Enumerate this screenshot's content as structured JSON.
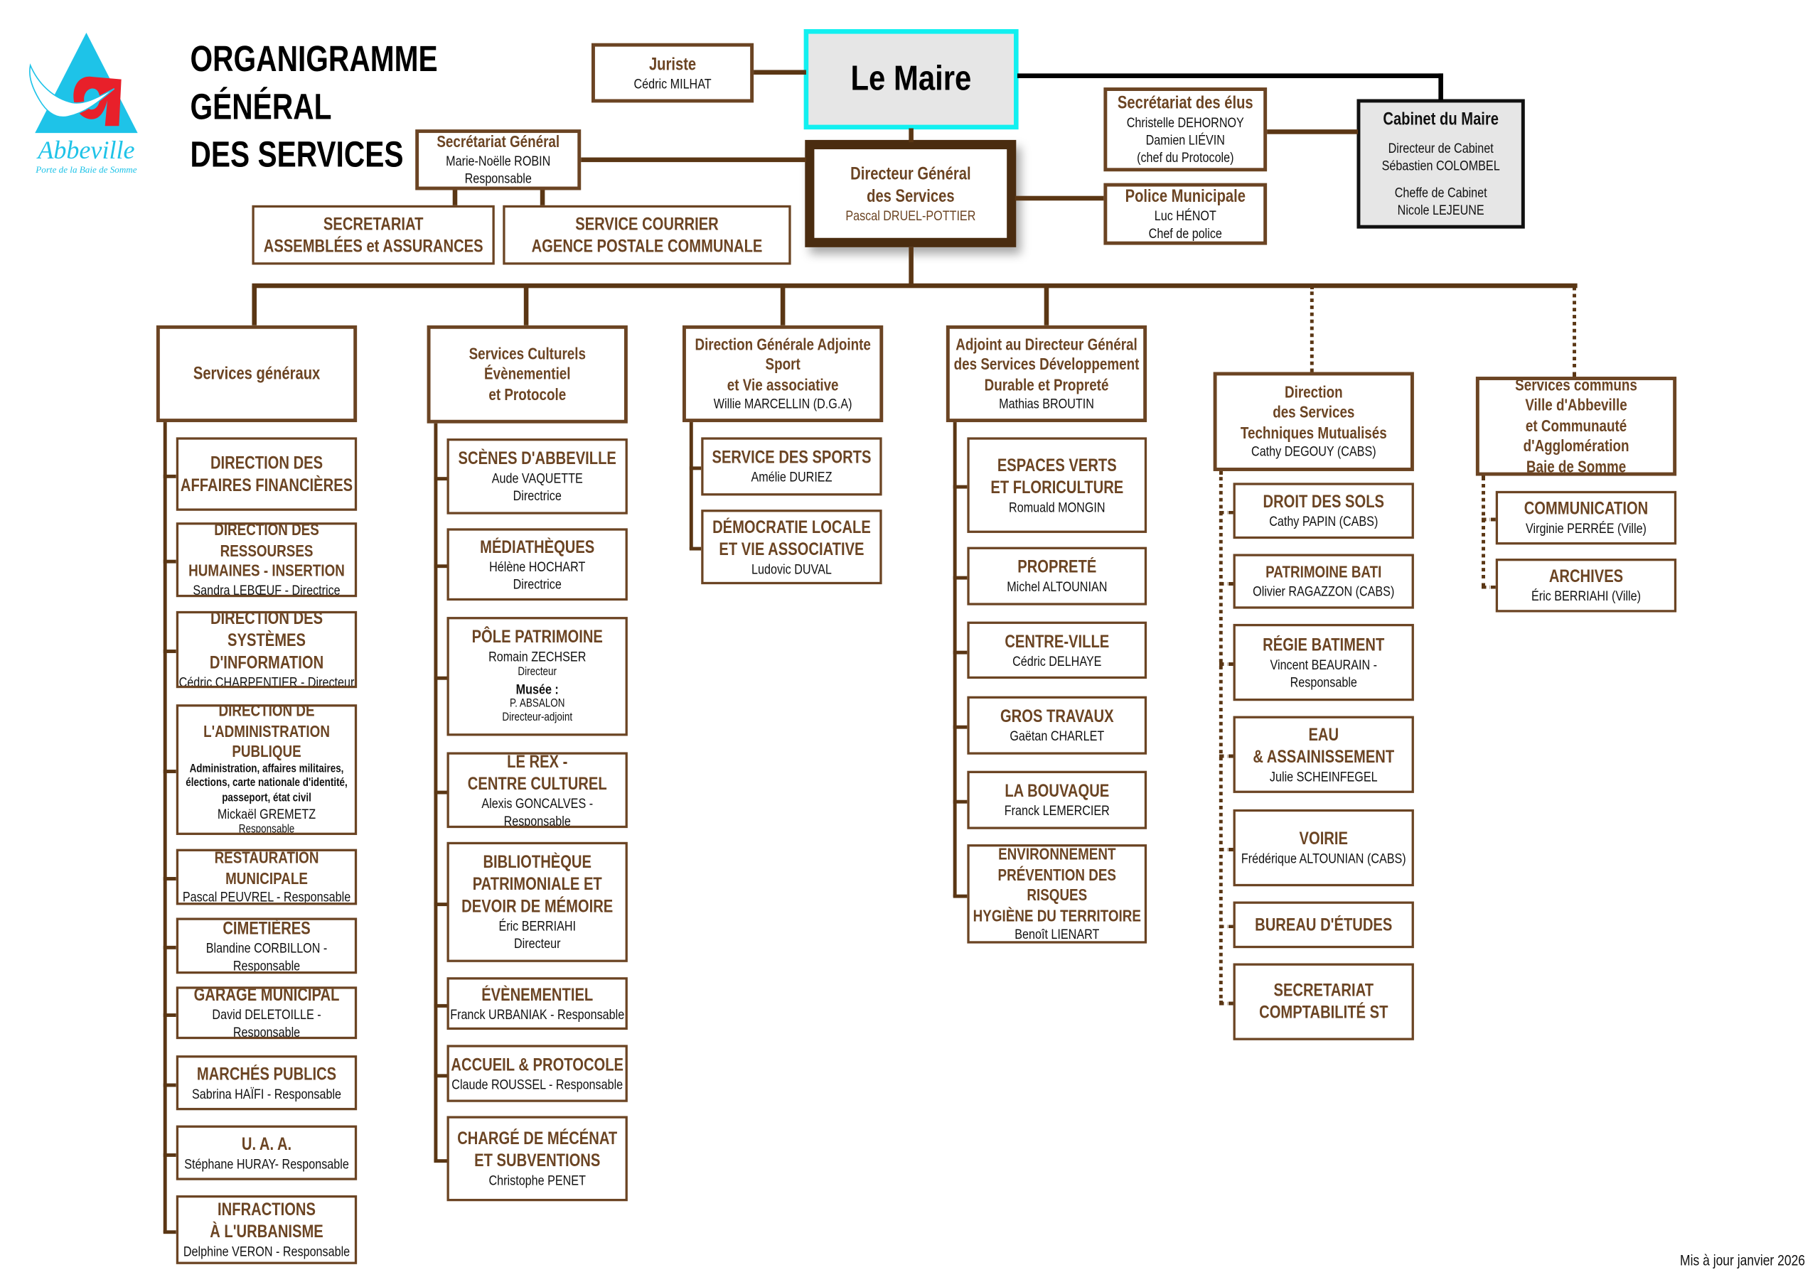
{
  "logo": {
    "name": "Abbeville",
    "tagline": "Porte de la Baie de Somme"
  },
  "title": [
    "ORGANIGRAMME",
    "GÉNÉRAL",
    "DES SERVICES"
  ],
  "maire": {
    "label": "Le Maire"
  },
  "juriste": {
    "lines": [
      [
        "t",
        "Juriste"
      ],
      [
        "n",
        "Cédric MILHAT"
      ]
    ]
  },
  "dgs": {
    "lines": [
      [
        "t",
        "Directeur Général\ndes Services"
      ],
      [
        "tg",
        "Pascal DRUEL-POTTIER"
      ]
    ]
  },
  "secretariat_general": {
    "lines": [
      [
        "h",
        "Secrétariat Général"
      ],
      [
        "n",
        "Marie-Noëlle ROBIN\nResponsable"
      ]
    ]
  },
  "secretariat_assemblees": {
    "lines": [
      [
        "t",
        "SECRETARIAT\nASSEMBLÉES et ASSURANCES"
      ]
    ]
  },
  "service_courrier": {
    "lines": [
      [
        "t",
        "SERVICE COURRIER\nAGENCE POSTALE COMMUNALE"
      ]
    ]
  },
  "secretariat_elus": {
    "lines": [
      [
        "t",
        "Secrétariat des élus"
      ],
      [
        "n",
        "Christelle DEHORNOY\nDamien LIÉVIN\n(chef du Protocole)"
      ]
    ]
  },
  "police": {
    "lines": [
      [
        "t",
        "Police Municipale"
      ],
      [
        "n",
        "Luc HÉNOT\nChef de police"
      ]
    ]
  },
  "cabinet": {
    "title": "Cabinet du Maire",
    "lines": [
      "Directeur de Cabinet",
      "Sébastien COLOMBEL",
      "Cheffe de Cabinet",
      "Nicole LEJEUNE"
    ]
  },
  "columns": [
    {
      "header": {
        "lines": [
          [
            "t",
            "Services généraux"
          ]
        ]
      },
      "children": [
        {
          "lines": [
            [
              "t",
              "DIRECTION DES\nAFFAIRES FINANCIÈRES"
            ]
          ]
        },
        {
          "lines": [
            [
              "h",
              "DIRECTION DES RESSOURSES\nHUMAINES - INSERTION"
            ],
            [
              "n",
              "Sandra LEBŒUF - Directrice"
            ]
          ]
        },
        {
          "lines": [
            [
              "t",
              "DIRECTION DES\nSYSTÈMES D'INFORMATION"
            ],
            [
              "n",
              "Cédric CHARPENTIER - Directeur"
            ]
          ]
        },
        {
          "lines": [
            [
              "h",
              "DIRECTION DE\nL'ADMINISTRATION PUBLIQUE"
            ],
            [
              "b",
              "Administration, affaires militaires,\nélections, carte nationale d'identité,\npasseport, état civil"
            ],
            [
              "n",
              "Mickaël GREMETZ"
            ],
            [
              "s",
              "Responsable"
            ]
          ]
        },
        {
          "lines": [
            [
              "h",
              "RESTAURATION MUNICIPALE"
            ],
            [
              "n",
              "Pascal PEUVREL - Responsable"
            ]
          ]
        },
        {
          "lines": [
            [
              "t",
              "CIMETIÈRES"
            ],
            [
              "n",
              "Blandine CORBILLON - Responsable"
            ]
          ]
        },
        {
          "lines": [
            [
              "t",
              "GARAGE MUNICIPAL"
            ],
            [
              "n",
              "David DELETOILLE - Responsable"
            ]
          ]
        },
        {
          "lines": [
            [
              "t",
              "MARCHÉS PUBLICS"
            ],
            [
              "n",
              "Sabrina HAÏFI - Responsable"
            ]
          ]
        },
        {
          "lines": [
            [
              "t",
              "U. A. A."
            ],
            [
              "n",
              "Stéphane HURAY- Responsable"
            ]
          ]
        },
        {
          "lines": [
            [
              "t",
              "INFRACTIONS\nÀ L'URBANISME"
            ],
            [
              "n",
              "Delphine VERON - Responsable"
            ]
          ]
        }
      ]
    },
    {
      "header": {
        "lines": [
          [
            "h",
            "Services Culturels\nÉvènementiel\net Protocole"
          ]
        ]
      },
      "children": [
        {
          "lines": [
            [
              "t",
              "SCÈNES D'ABBEVILLE"
            ],
            [
              "n",
              "Aude VAQUETTE\nDirectrice"
            ]
          ]
        },
        {
          "lines": [
            [
              "t",
              "MÉDIATHÈQUES"
            ],
            [
              "n",
              "Hélène HOCHART\nDirectrice"
            ]
          ]
        },
        {
          "lines": [
            [
              "t",
              "PÔLE PATRIMOINE"
            ],
            [
              "n",
              "Romain ZECHSER"
            ],
            [
              "s",
              "Directeur"
            ],
            [
              "bn",
              "Musée :"
            ],
            [
              "s",
              "P. ABSALON\nDirecteur-adjoint"
            ]
          ]
        },
        {
          "lines": [
            [
              "t",
              "LE REX -\nCENTRE CULTUREL"
            ],
            [
              "n",
              "Alexis GONCALVES - Responsable"
            ]
          ]
        },
        {
          "lines": [
            [
              "t",
              "BIBLIOTHÈQUE\nPATRIMONIALE ET\nDEVOIR DE MÉMOIRE"
            ],
            [
              "n",
              "Éric BERRIAHI\nDirecteur"
            ]
          ]
        },
        {
          "lines": [
            [
              "t",
              "ÉVÈNEMENTIEL"
            ],
            [
              "n",
              "Franck URBANIAK - Responsable"
            ]
          ]
        },
        {
          "lines": [
            [
              "t",
              "ACCUEIL & PROTOCOLE"
            ],
            [
              "n",
              "Claude ROUSSEL - Responsable"
            ]
          ]
        },
        {
          "lines": [
            [
              "t",
              "CHARGÉ DE MÉCÉNAT\nET SUBVENTIONS"
            ],
            [
              "n",
              "Christophe PENET"
            ]
          ]
        }
      ]
    },
    {
      "header": {
        "lines": [
          [
            "h",
            "Direction Générale Adjointe\nSport\net Vie associative"
          ],
          [
            "n",
            "Willie MARCELLIN (D.G.A)"
          ]
        ]
      },
      "children": [
        {
          "lines": [
            [
              "t",
              "SERVICE DES SPORTS"
            ],
            [
              "n",
              "Amélie DURIEZ"
            ]
          ]
        },
        {
          "lines": [
            [
              "t",
              "DÉMOCRATIE LOCALE\nET VIE ASSOCIATIVE"
            ],
            [
              "n",
              "Ludovic DUVAL"
            ]
          ]
        }
      ]
    },
    {
      "header": {
        "lines": [
          [
            "h",
            "Adjoint au Directeur Général\ndes Services Développement\nDurable et Propreté"
          ],
          [
            "n",
            "Mathias BROUTIN"
          ]
        ]
      },
      "children": [
        {
          "lines": [
            [
              "t",
              "ESPACES VERTS\nET FLORICULTURE"
            ],
            [
              "n",
              "Romuald MONGIN"
            ]
          ]
        },
        {
          "lines": [
            [
              "t",
              "PROPRETÉ"
            ],
            [
              "n",
              "Michel ALTOUNIAN"
            ]
          ]
        },
        {
          "lines": [
            [
              "t",
              "CENTRE-VILLE"
            ],
            [
              "n",
              "Cédric DELHAYE"
            ]
          ]
        },
        {
          "lines": [
            [
              "t",
              "GROS TRAVAUX"
            ],
            [
              "n",
              "Gaëtan CHARLET"
            ]
          ]
        },
        {
          "lines": [
            [
              "t",
              "LA BOUVAQUE"
            ],
            [
              "n",
              "Franck LEMERCIER"
            ]
          ]
        },
        {
          "lines": [
            [
              "h",
              "ENVIRONNEMENT\nPRÉVENTION DES RISQUES\nHYGIÈNE DU TERRITOIRE"
            ],
            [
              "n",
              "Benoît LIENART"
            ]
          ]
        }
      ]
    },
    {
      "header": {
        "lines": [
          [
            "h",
            "Direction\ndes Services\nTechniques Mutualisés"
          ],
          [
            "n",
            "Cathy DEGOUY (CABS)"
          ]
        ]
      },
      "children": [
        {
          "lines": [
            [
              "t",
              "DROIT DES SOLS"
            ],
            [
              "n",
              "Cathy PAPIN (CABS)"
            ]
          ]
        },
        {
          "lines": [
            [
              "h",
              "PATRIMOINE BATI"
            ],
            [
              "n",
              "Olivier RAGAZZON (CABS)"
            ]
          ]
        },
        {
          "lines": [
            [
              "t",
              "RÉGIE BATIMENT"
            ],
            [
              "n",
              "Vincent BEAURAIN - Responsable"
            ]
          ]
        },
        {
          "lines": [
            [
              "t",
              "EAU\n& ASSAINISSEMENT"
            ],
            [
              "n",
              "Julie SCHEINFEGEL"
            ]
          ]
        },
        {
          "lines": [
            [
              "t",
              "VOIRIE"
            ],
            [
              "n",
              "Frédérique ALTOUNIAN (CABS)"
            ]
          ]
        },
        {
          "lines": [
            [
              "t",
              "BUREAU D'ÉTUDES"
            ]
          ]
        },
        {
          "lines": [
            [
              "t",
              "SECRETARIAT\nCOMPTABILITÉ ST"
            ]
          ]
        }
      ]
    },
    {
      "header": {
        "lines": [
          [
            "h",
            "Services communs\nVille d'Abbeville\net Communauté d'Agglomération\nBaie de Somme"
          ]
        ]
      },
      "children": [
        {
          "lines": [
            [
              "t",
              "COMMUNICATION"
            ],
            [
              "n",
              "Virginie PERRÉE (Ville)"
            ]
          ]
        },
        {
          "lines": [
            [
              "t",
              "ARCHIVES"
            ],
            [
              "n",
              "Éric BERRIAHI (Ville)"
            ]
          ]
        }
      ]
    }
  ],
  "footer": {
    "updated": "Mis à jour janvier 2026"
  },
  "colors": {
    "brown": "#6b4423",
    "line": "#5a3614",
    "cyan": "#12f0f0",
    "gray": "#e6e6e6"
  }
}
